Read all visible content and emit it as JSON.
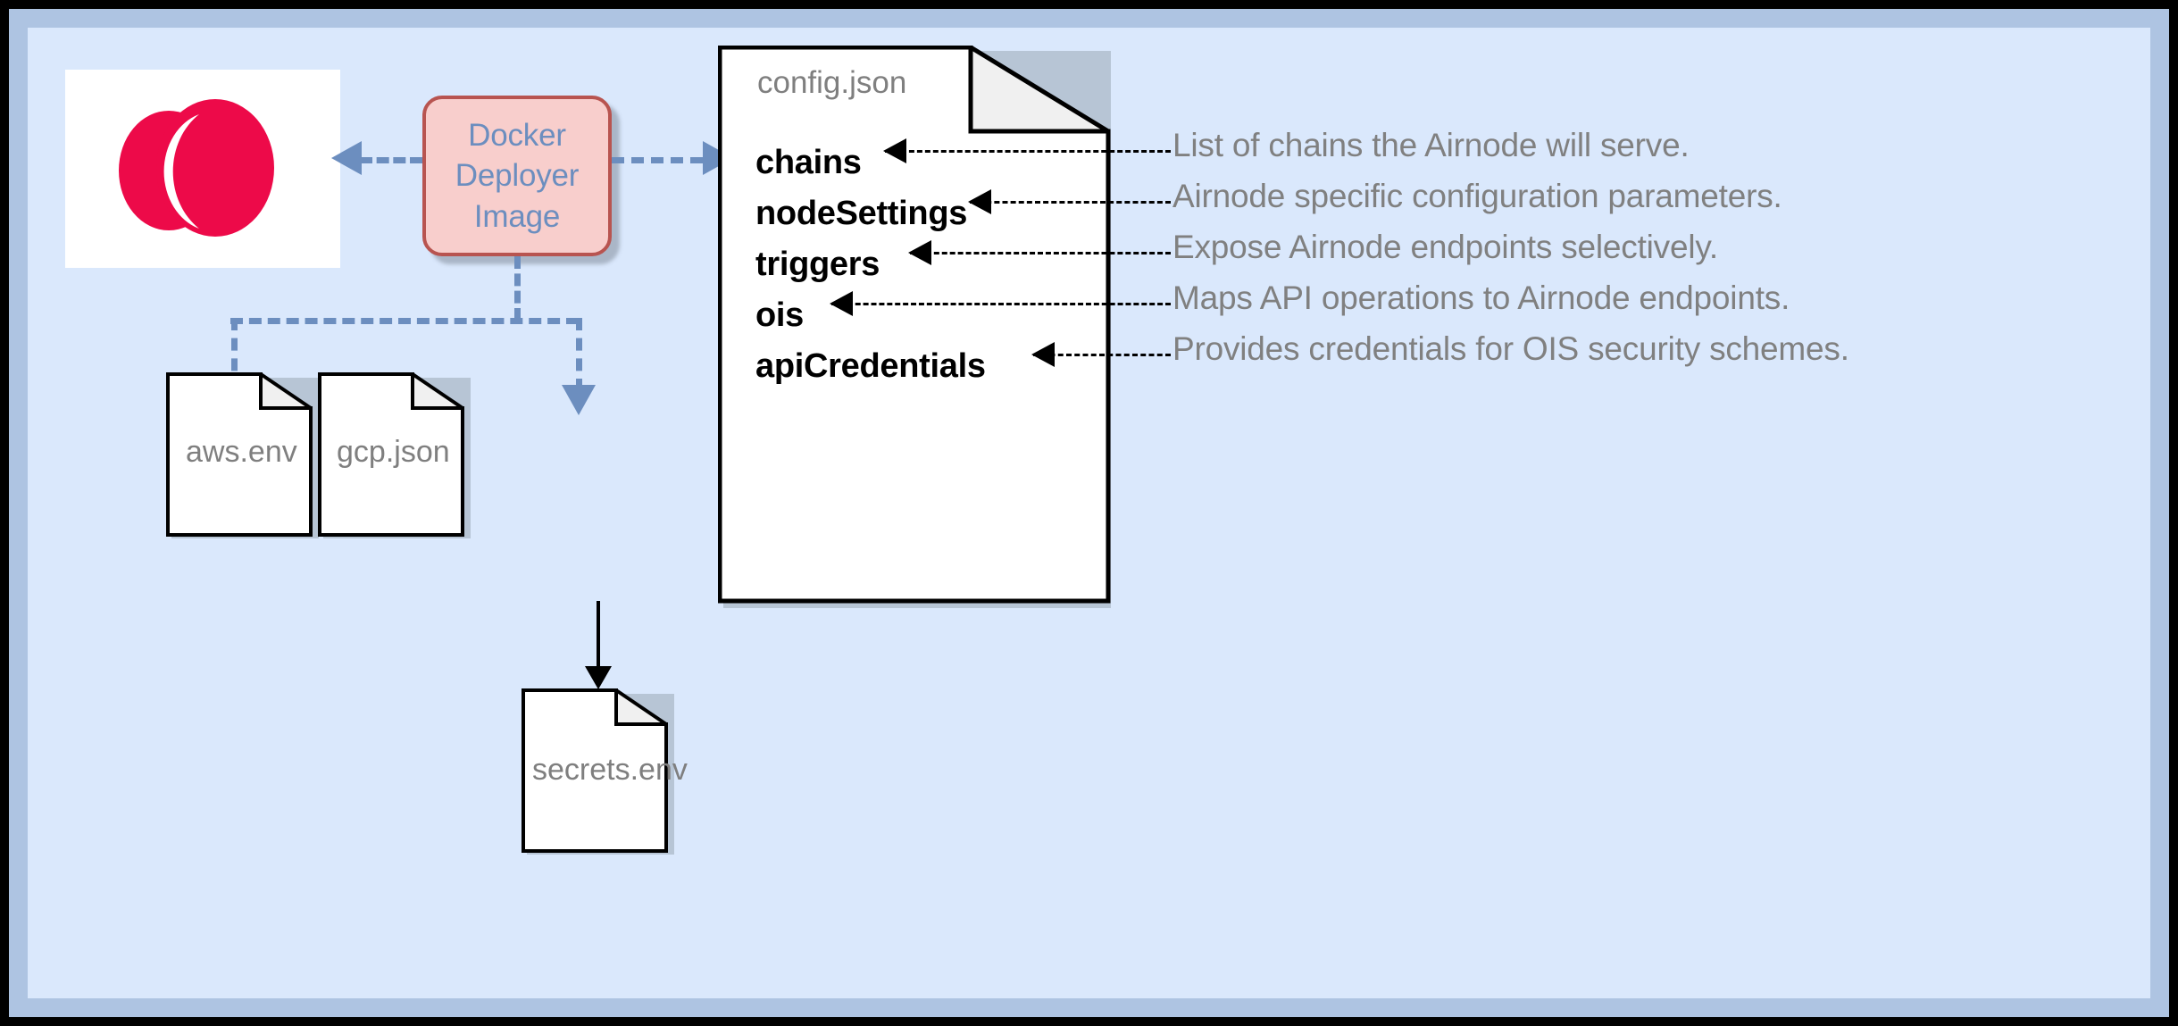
{
  "diagram": {
    "title": "Airnode Docker Deployer configuration files diagram",
    "colors": {
      "background": "#dae8fc",
      "frame_border": "#000000",
      "frame_inner": "#aec4e2",
      "docker_fill": "#f8cecc",
      "docker_stroke": "#b85450",
      "docker_text": "#6c8ebf",
      "connector_blue": "#6c8ebf",
      "connector_black": "#000000",
      "doc_fill": "#ffffff",
      "doc_stroke": "#000000",
      "doc_fold": "#f0f0f0",
      "label_gray": "#7f7f7f",
      "annotation_gray": "#808080",
      "logo_red": "#ed0a49"
    }
  },
  "logo": {
    "name": "airnode-logo",
    "alt": "Two overlapping crimson ellipses logo"
  },
  "docker": {
    "lines": [
      "Docker",
      "Deployer",
      "Image"
    ]
  },
  "config_doc": {
    "title": "config.json",
    "keys": [
      {
        "name": "chains",
        "description": "List of chains the Airnode will serve."
      },
      {
        "name": "nodeSettings",
        "description": "Airnode specific configuration parameters."
      },
      {
        "name": "triggers",
        "description": "Expose Airnode endpoints selectively."
      },
      {
        "name": "ois",
        "description": "Maps API operations to Airnode endpoints."
      },
      {
        "name": "apiCredentials",
        "description": "Provides credentials for OIS security schemes."
      }
    ]
  },
  "output_docs": [
    {
      "label": "aws.env"
    },
    {
      "label": "gcp.json"
    },
    {
      "label": "secrets.env"
    }
  ]
}
